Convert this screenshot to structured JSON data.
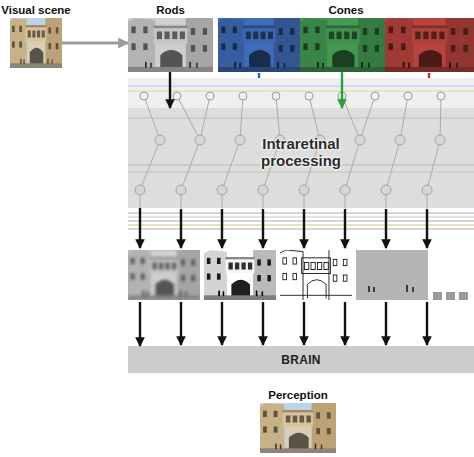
{
  "diagram": {
    "nodes": [
      {
        "text": [
          "Visual scene"
        ]
      },
      {
        "text": [
          "Rods"
        ]
      },
      {
        "text": [
          "Cones"
        ]
      },
      {
        "text": [
          "Intraretinal processing"
        ]
      },
      {
        "text": [
          "BRAIN"
        ]
      },
      {
        "text": [
          "Perception"
        ]
      }
    ],
    "edges": [
      {
        "from": 0,
        "to": 1,
        "arrow": "to"
      },
      {
        "from": 1,
        "to": 3,
        "arrow": "to"
      },
      {
        "from": 2,
        "to": 3,
        "arrow": "to"
      },
      {
        "from": 3,
        "to": 4,
        "arrow": "to"
      }
    ]
  }
}
